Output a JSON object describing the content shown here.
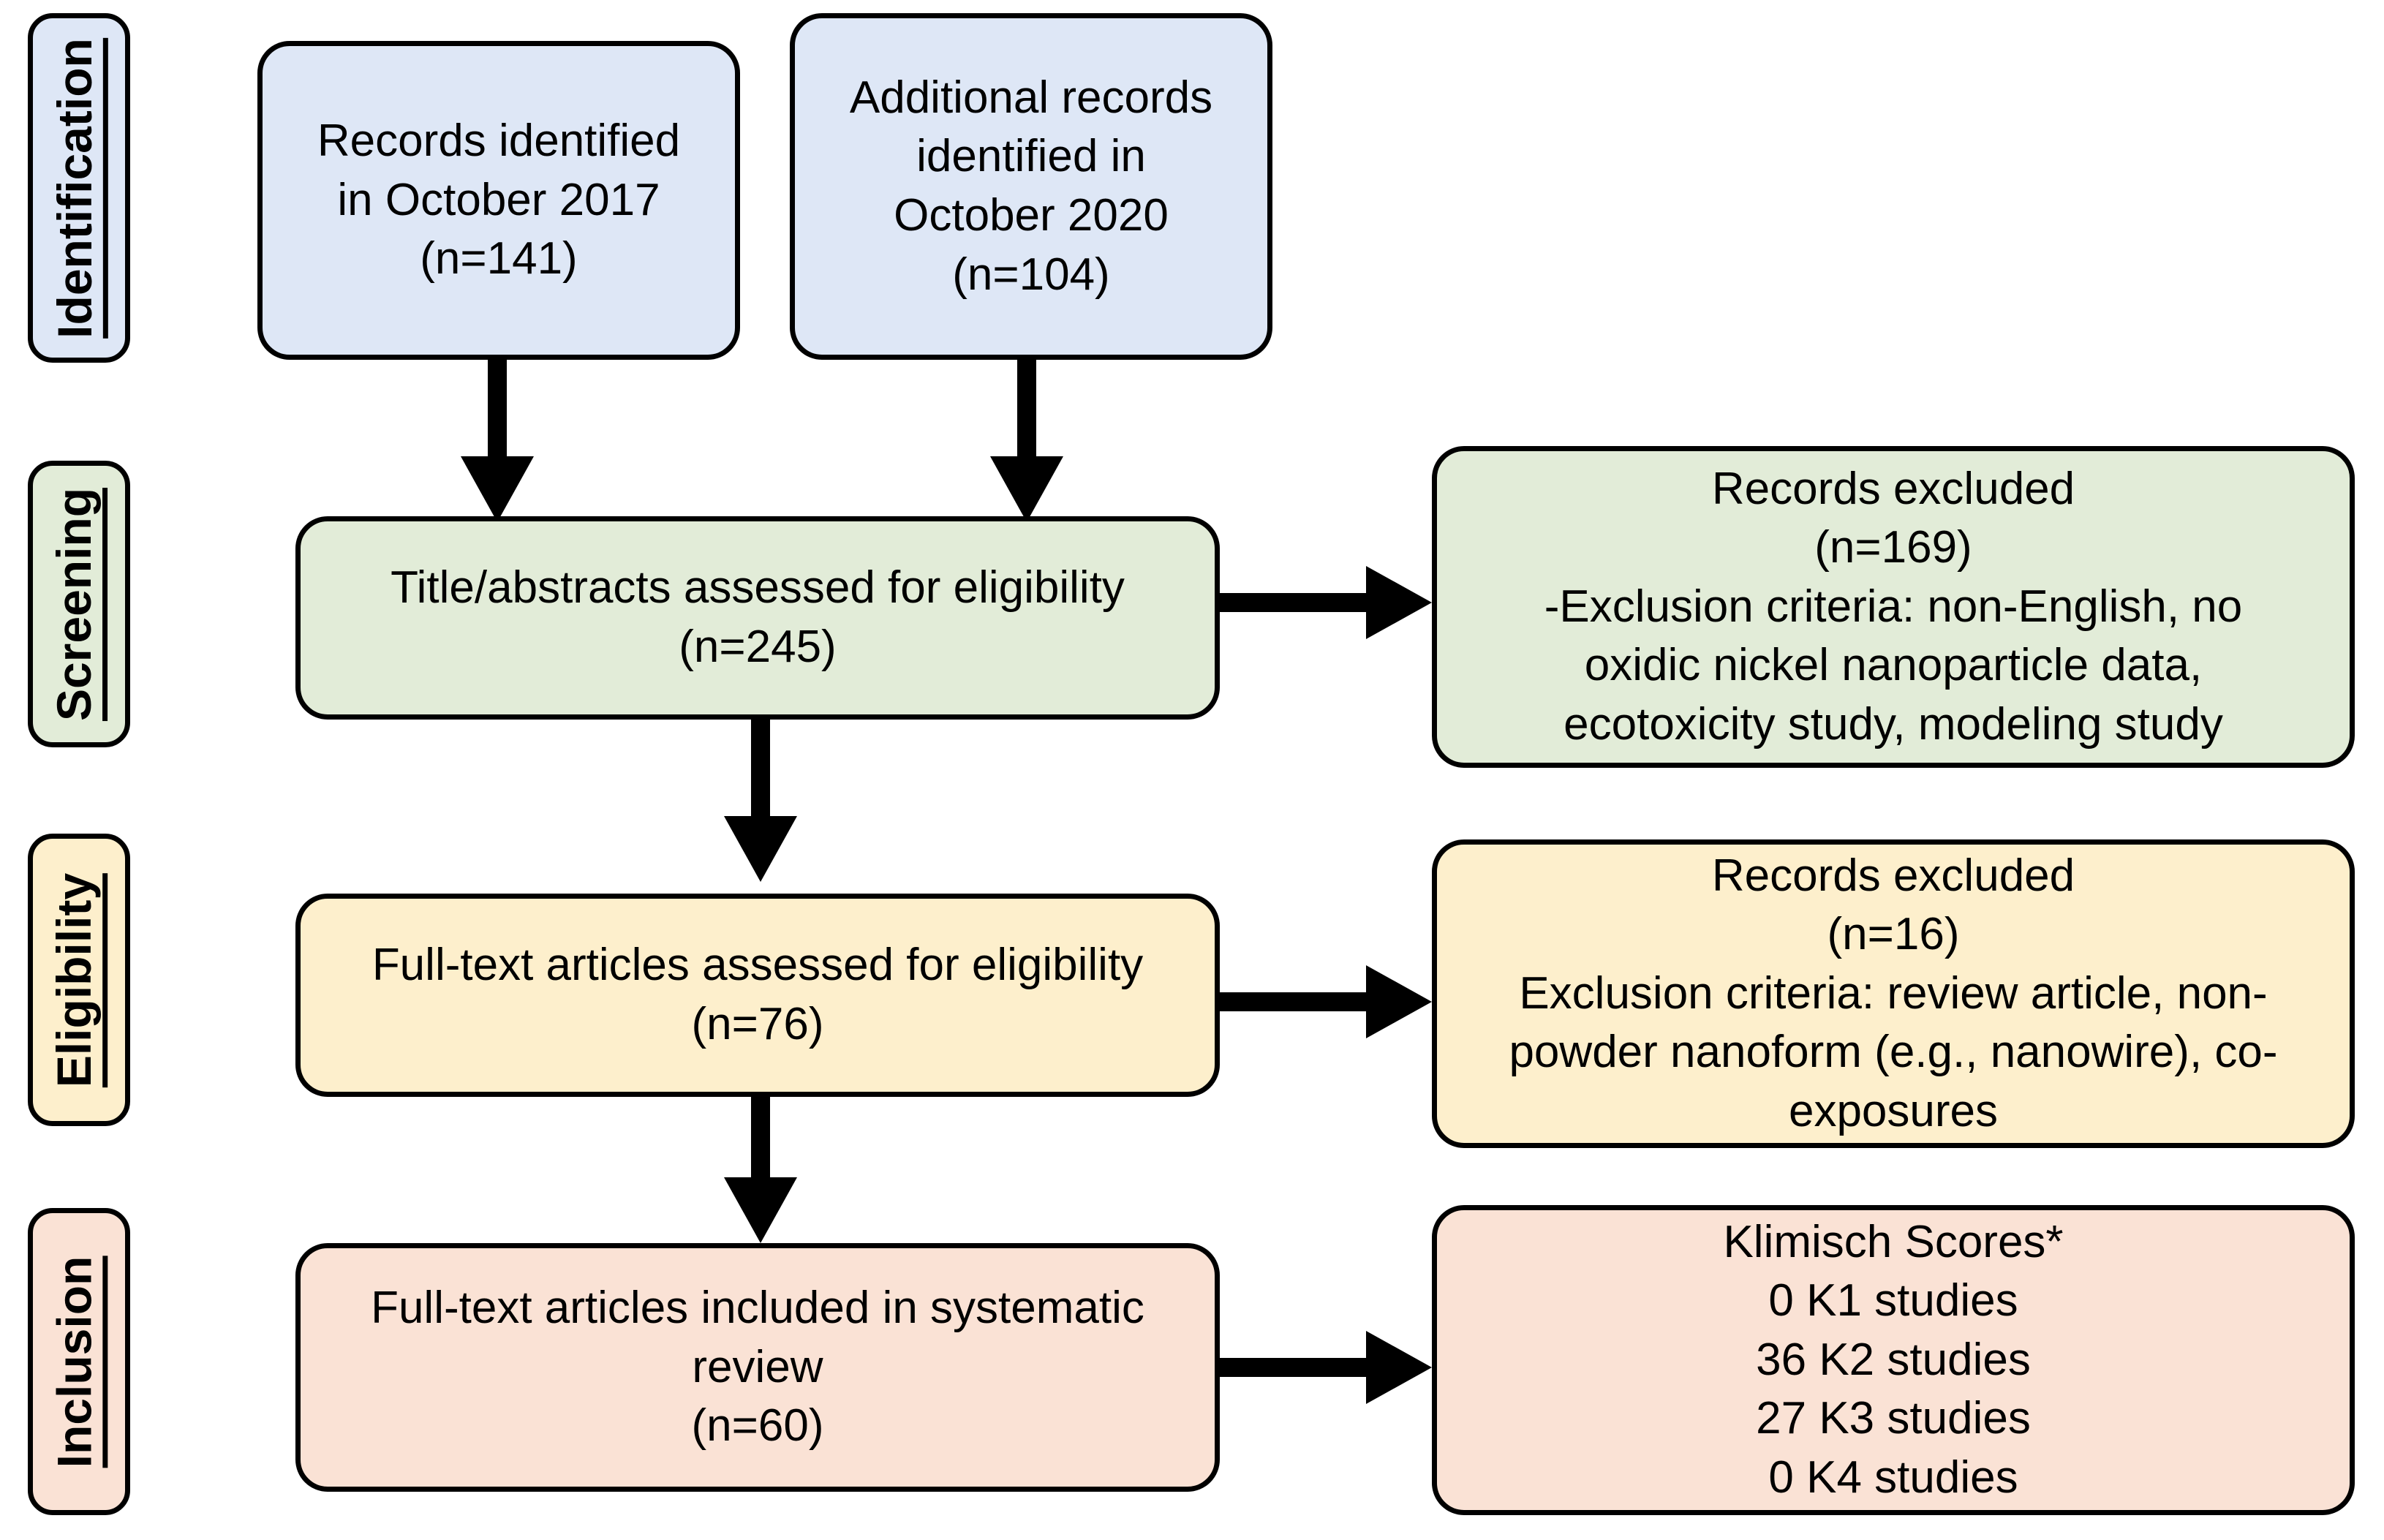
{
  "diagram": {
    "title": "PRISMA study selection flow diagram",
    "colors": {
      "identification_fill": "#dee7f6",
      "screening_fill": "#e2ecd8",
      "eligibility_fill": "#fdefcc",
      "inclusion_fill": "#fae2d5",
      "border": "#000000",
      "arrow": "#000000",
      "background": "#ffffff"
    },
    "stages": [
      {
        "id": "identification",
        "label": "Identification",
        "fill": "#dee7f6"
      },
      {
        "id": "screening",
        "label": "Screening",
        "fill": "#e2ecd8"
      },
      {
        "id": "eligibility",
        "label": "Eligibility",
        "fill": "#fdefcc"
      },
      {
        "id": "inclusion",
        "label": "Inclusion",
        "fill": "#fae2d5"
      }
    ],
    "boxes": {
      "records_2017": {
        "stage": "identification",
        "fill": "#dee7f6",
        "lines": [
          "Records identified",
          "in October 2017",
          "(n=141)"
        ],
        "count": 141
      },
      "records_2020": {
        "stage": "identification",
        "fill": "#dee7f6",
        "lines": [
          "Additional records",
          "identified in",
          "October 2020",
          "(n=104)"
        ],
        "count": 104
      },
      "title_abstract_screen": {
        "stage": "screening",
        "fill": "#e2ecd8",
        "lines": [
          "Title/abstracts assessed for eligibility",
          "(n=245)"
        ],
        "count": 245
      },
      "screen_excluded": {
        "stage": "screening",
        "fill": "#e2ecd8",
        "lines": [
          "Records excluded",
          "(n=169)",
          "-Exclusion criteria: non-English, no",
          "oxidic nickel nanoparticle data,",
          "ecotoxicity study, modeling study"
        ],
        "count": 169
      },
      "fulltext_assessed": {
        "stage": "eligibility",
        "fill": "#fdefcc",
        "lines": [
          "Full-text articles assessed for eligibility",
          "(n=76)"
        ],
        "count": 76
      },
      "fulltext_excluded": {
        "stage": "eligibility",
        "fill": "#fdefcc",
        "lines": [
          "Records excluded",
          "(n=16)",
          "Exclusion criteria: review article, non-",
          "powder nanoform (e.g., nanowire), co-",
          "exposures"
        ],
        "count": 16
      },
      "included_review": {
        "stage": "inclusion",
        "fill": "#fae2d5",
        "lines": [
          "Full-text articles included in systematic",
          "review",
          "(n=60)"
        ],
        "count": 60
      },
      "klimisch_scores": {
        "stage": "inclusion",
        "fill": "#fae2d5",
        "lines": [
          "Klimisch Scores*",
          "0 K1 studies",
          "36 K2 studies",
          "27 K3 studies",
          "0 K4 studies"
        ],
        "scores": [
          {
            "grade": "K1",
            "count": 0
          },
          {
            "grade": "K2",
            "count": 36
          },
          {
            "grade": "K3",
            "count": 27
          },
          {
            "grade": "K4",
            "count": 0
          }
        ]
      }
    },
    "arrows": [
      {
        "id": "records2017-to-screen",
        "from": "records_2017",
        "to": "title_abstract_screen",
        "direction": "down"
      },
      {
        "id": "records2020-to-screen",
        "from": "records_2020",
        "to": "title_abstract_screen",
        "direction": "down"
      },
      {
        "id": "screen-to-excluded",
        "from": "title_abstract_screen",
        "to": "screen_excluded",
        "direction": "right"
      },
      {
        "id": "screen-to-fulltext",
        "from": "title_abstract_screen",
        "to": "fulltext_assessed",
        "direction": "down"
      },
      {
        "id": "fulltext-to-excluded",
        "from": "fulltext_assessed",
        "to": "fulltext_excluded",
        "direction": "right"
      },
      {
        "id": "fulltext-to-included",
        "from": "fulltext_assessed",
        "to": "included_review",
        "direction": "down"
      },
      {
        "id": "included-to-klimisch",
        "from": "included_review",
        "to": "klimisch_scores",
        "direction": "right"
      }
    ]
  }
}
